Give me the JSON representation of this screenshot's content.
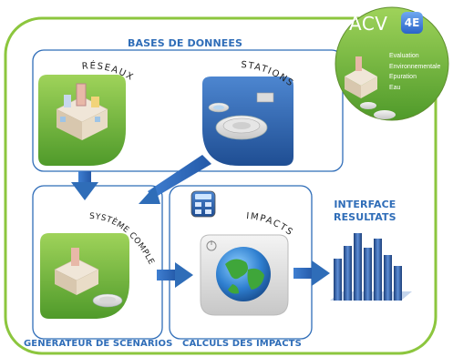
{
  "labels": {
    "bases": "BASES DE DONNEES",
    "reseaux": "RÉSEAUX",
    "stations": "STATIONS",
    "systeme": "SYSTÈME COMPLET",
    "impacts": "IMPACTS",
    "interface_line1": "INTERFACE",
    "interface_line2": "RESULTATS",
    "generateur": "GENERATEUR DE SCENARIOS",
    "calculs": "CALCULS DES IMPACTS"
  },
  "logo": {
    "title": "ACV",
    "badge": "4E",
    "badge_parts": [
      "4",
      "E"
    ],
    "lines": [
      "Evaluation",
      "Environnementale",
      "Epuration",
      "Eau"
    ]
  },
  "colors": {
    "accent_green": "#8cc63e",
    "accent_blue": "#2f6db8",
    "box_border": "#2f6db8",
    "green_tile": "#6ab43a",
    "blue_tile": "#2b5fa8"
  },
  "icons": [
    "city-block-icon",
    "treatment-station-icon",
    "globe-icon",
    "calculator-icon",
    "bar-chart-icon",
    "power-icon"
  ]
}
